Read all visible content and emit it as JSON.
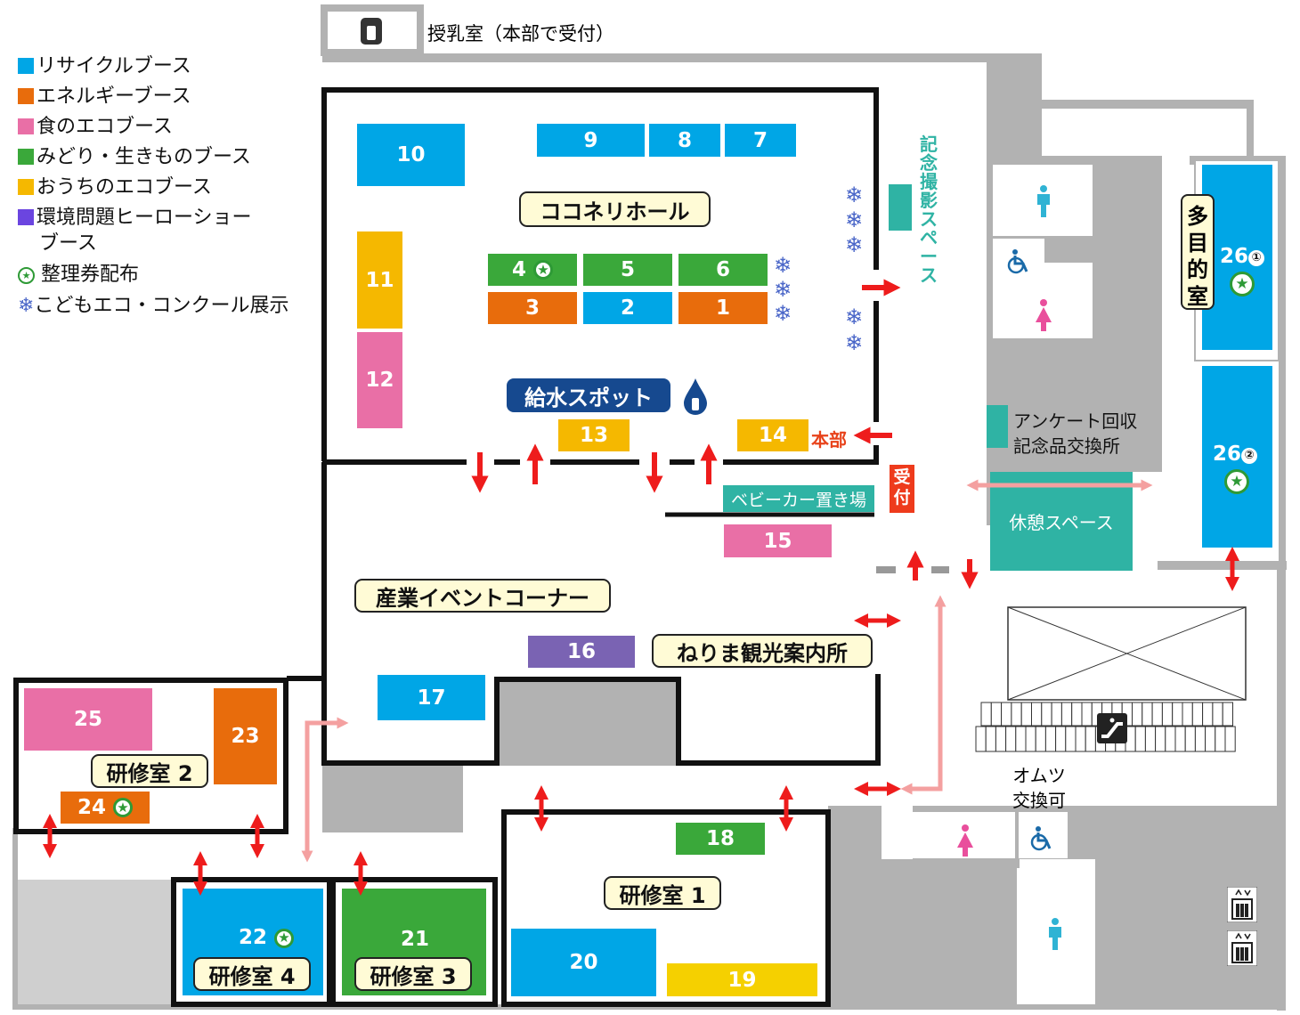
{
  "colors": {
    "recycle": "#00a6e6",
    "energy": "#e86c0c",
    "food": "#e96fa6",
    "green": "#3aa83a",
    "home": "#f5b800",
    "hero": "#7a63b3",
    "teal": "#2fb3a4",
    "red": "#ee1c1c",
    "pink_arrow": "#f4a0a0",
    "gray": "#b2b2b2",
    "navy": "#16498f"
  },
  "legend": [
    {
      "key": "recycle",
      "label": "リサイクルブース"
    },
    {
      "key": "energy",
      "label": "エネルギーブース"
    },
    {
      "key": "food",
      "label": "食のエコブース"
    },
    {
      "key": "green",
      "label": "みどり・生きものブース"
    },
    {
      "key": "home",
      "label": "おうちのエコブース"
    },
    {
      "key": "hero",
      "label": "環境問題ヒーローショー",
      "label2": "ブース"
    }
  ],
  "legend_marks": {
    "ticket": "整理券配布",
    "kids": "こどもエコ・コンクール展示"
  },
  "labels": {
    "nursing": "授乳室（本部で受付）",
    "hall": "ココネリホール",
    "water": "給水スポット",
    "hq": "本部",
    "reception": "受付",
    "photo": "記念撮影スペース",
    "survey1": "アンケート回収",
    "survey2": "記念品交換所",
    "rest": "休憩スペース",
    "stroller": "ベビーカー置き場",
    "industry": "産業イベントコーナー",
    "tourism": "ねりま観光案内所",
    "multi": "多目的室",
    "diaper1": "オムツ",
    "diaper2": "交換可",
    "room1": "研修室 1",
    "room2": "研修室 2",
    "room3": "研修室 3",
    "room4": "研修室 4"
  },
  "booths": {
    "b1": "1",
    "b2": "2",
    "b3": "3",
    "b4": "4",
    "b5": "5",
    "b6": "6",
    "b7": "7",
    "b8": "8",
    "b9": "9",
    "b10": "10",
    "b11": "11",
    "b12": "12",
    "b13": "13",
    "b14": "14",
    "b15": "15",
    "b16": "16",
    "b17": "17",
    "b18": "18",
    "b19": "19",
    "b20": "20",
    "b21": "21",
    "b22": "22",
    "b23": "23",
    "b24": "24",
    "b25": "25",
    "b26a": "26",
    "b26a_sub": "①",
    "b26b": "26",
    "b26b_sub": "②"
  },
  "icons": {
    "star": "★",
    "flake": "❄",
    "toilet_man": "man-toilet-icon",
    "toilet_woman": "woman-toilet-icon",
    "wheelchair": "wheelchair-icon",
    "escalator": "escalator-icon",
    "elevator": "elevator-icon",
    "bottle": "baby-bottle-icon",
    "water_drop": "water-drop-icon"
  }
}
